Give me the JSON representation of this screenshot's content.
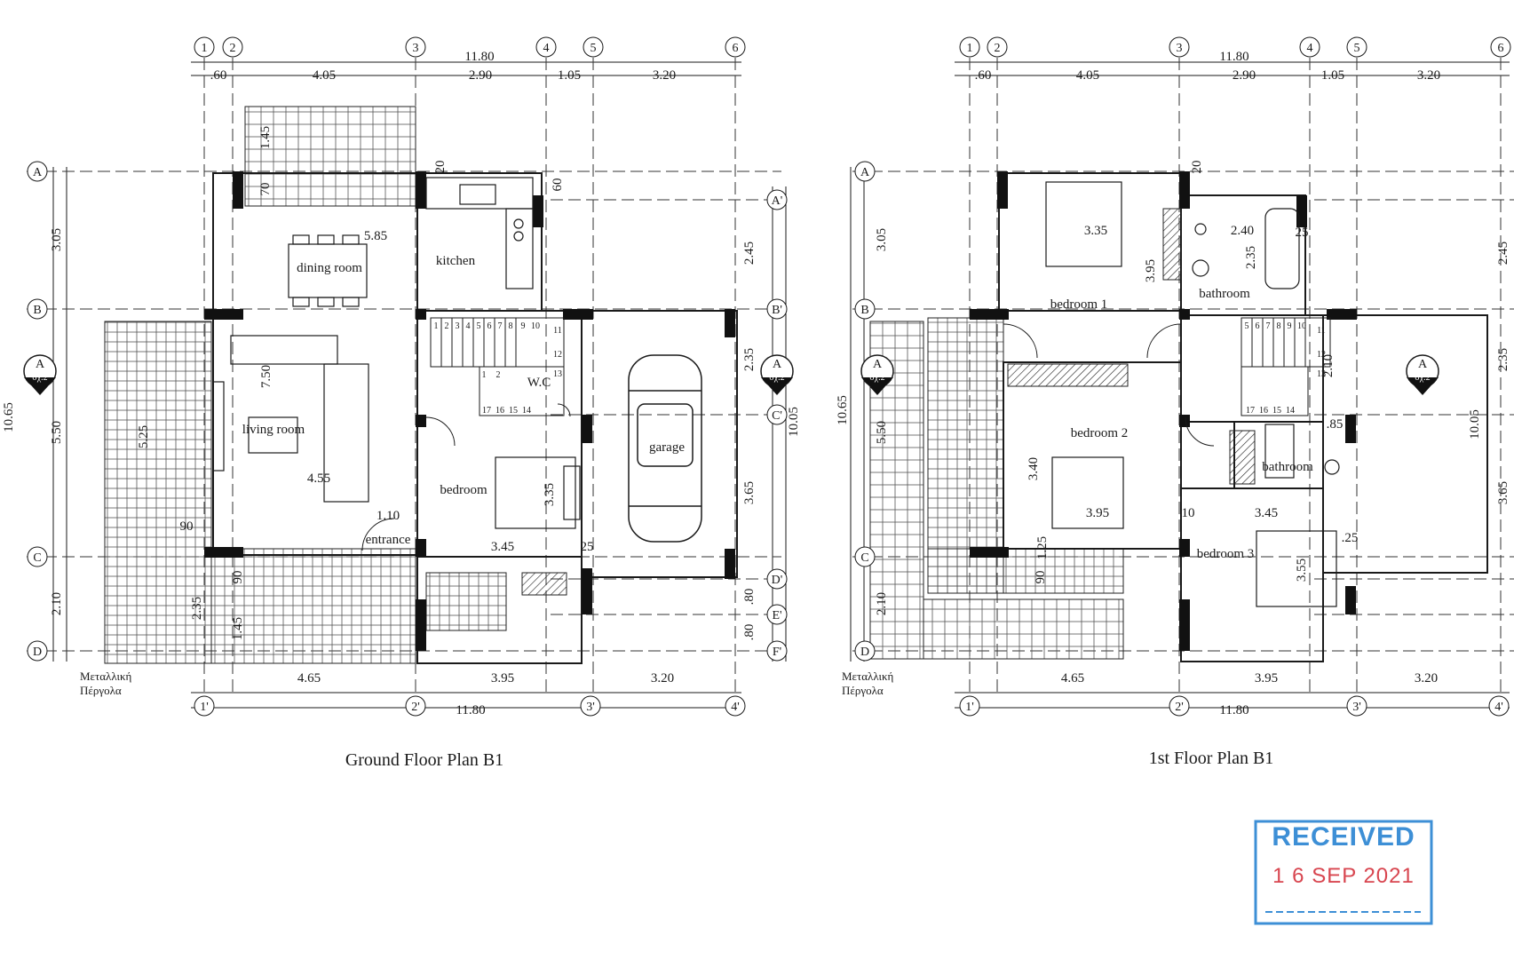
{
  "plans": [
    {
      "id": "ground",
      "title": "Ground Floor Plan  B1",
      "rooms": [
        "dining room",
        "kitchen",
        "living room",
        "W.C",
        "bedroom",
        "entrance",
        "garage"
      ],
      "room_dims": [
        "5.85",
        "7.50",
        "4.55",
        "3.35",
        "3.45",
        "1.10",
        "1.45",
        "70",
        "20",
        "60",
        "5.25",
        "90",
        "2.35",
        "1.45",
        "90",
        "25"
      ],
      "pergola": [
        "Μεταλλική",
        "Πέργολα"
      ]
    },
    {
      "id": "first",
      "title": "1st Floor Plan  B1",
      "rooms": [
        "bedroom 1",
        "bathroom",
        "bedroom 2",
        "bathroom",
        "bedroom 3"
      ],
      "room_dims": [
        "3.35",
        "3.95",
        "2.40",
        "2.35",
        "3.40",
        "3.95",
        "3.45",
        "3.55",
        "5.50",
        "2.10",
        "2.10",
        ".85",
        "20",
        "25",
        "90",
        "10",
        ".25",
        "1.25"
      ],
      "pergola": [
        "Μεταλλική",
        "Πέργολα"
      ]
    }
  ],
  "grid": {
    "top_axes": [
      "1",
      "2",
      "3",
      "4",
      "5",
      "6"
    ],
    "top_dims": [
      ".60",
      "4.05",
      "2.90",
      "1.05",
      "3.20"
    ],
    "top_total": "11.80",
    "bottom_axes": [
      "1'",
      "2'",
      "3'",
      "4'"
    ],
    "bottom_dims": [
      "4.65",
      "3.95",
      "3.20"
    ],
    "bottom_total": "11.80",
    "left_axes": [
      "A",
      "B",
      "C",
      "D"
    ],
    "left_dims": [
      "3.05",
      "5.50",
      "2.10"
    ],
    "left_total": "10.65",
    "right_axes": [
      "A'",
      "B'",
      "C'",
      "D'",
      "E'",
      "F'"
    ],
    "right_dims": [
      "2.45",
      "2.35",
      "3.65",
      ".80",
      ".80"
    ],
    "right_total": "10.05",
    "section_mark": [
      "A",
      "σχ.2"
    ]
  },
  "stairs": {
    "row1": [
      "1",
      "2",
      "3",
      "4",
      "5",
      "6",
      "7",
      "8",
      "9",
      "10",
      "11",
      "12",
      "13"
    ],
    "row2": [
      "1",
      "2",
      "17",
      "16",
      "15",
      "14"
    ],
    "f_row1": [
      "5",
      "6",
      "7",
      "8",
      "9",
      "10",
      "11",
      "12",
      "13"
    ],
    "f_row2": [
      "17",
      "16",
      "15",
      "14"
    ]
  },
  "stamp": {
    "title": "RECEIVED",
    "date": "1 6 SEP 2021",
    "color_title": "#3d8fd6",
    "color_date": "#d8454f"
  },
  "colors": {
    "line": "#1a1a1a",
    "wall": "#111111"
  }
}
